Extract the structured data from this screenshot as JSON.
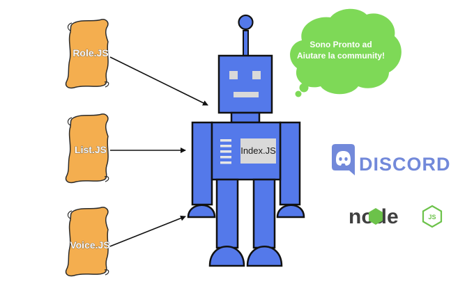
{
  "scrolls": [
    {
      "label": "Role.JS"
    },
    {
      "label": "List.JS"
    },
    {
      "label": "Voice.JS"
    }
  ],
  "robot": {
    "screen_label": "Index.JS"
  },
  "speech_bubble": {
    "lines": [
      "Sono Pronto ad",
      "Aiutare la community!"
    ]
  },
  "logos": {
    "discord": {
      "word": "DISCORD",
      "color": "#7289da"
    },
    "node": {
      "word": "node",
      "badge": "JS",
      "green": "#6cc24a"
    }
  },
  "colors": {
    "robot_blue": "#5479ea",
    "scroll_orange": "#f4ae4f",
    "bubble_green": "#7ed957",
    "outline": "#111111"
  }
}
